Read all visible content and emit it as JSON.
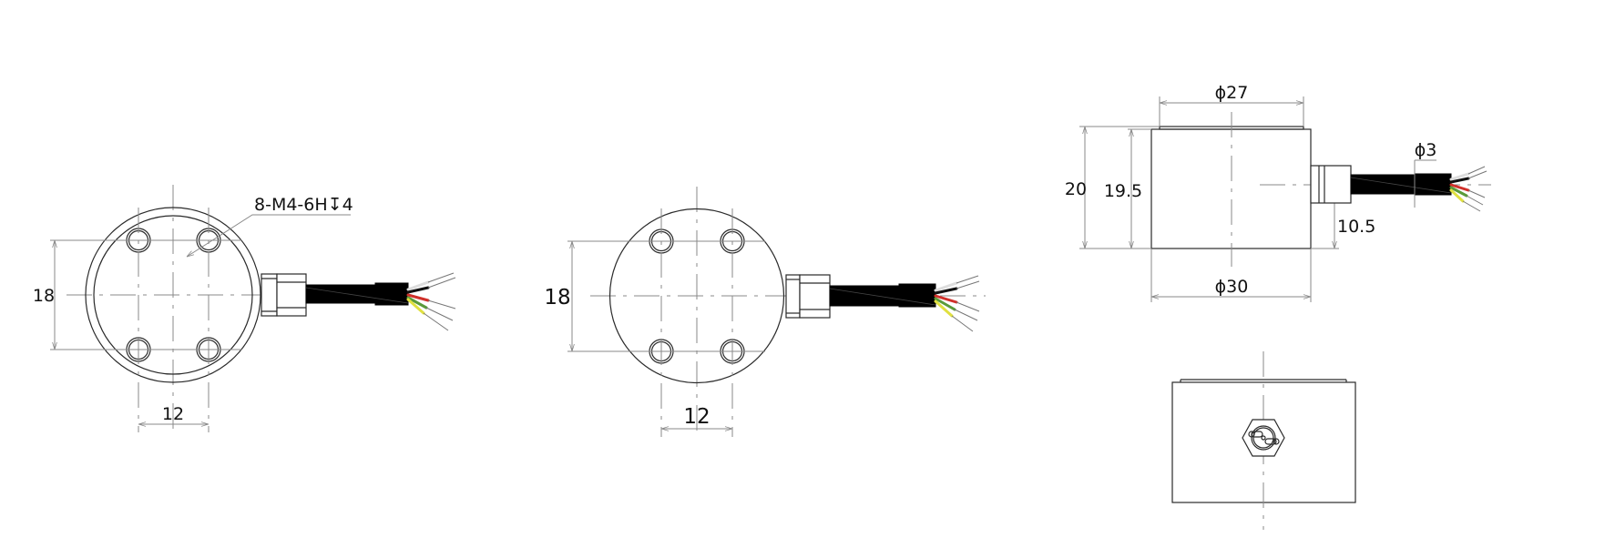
{
  "views": {
    "front_view_1": {
      "hole_callout": "8-M4-6H↧4",
      "dim_vertical": "18",
      "dim_horizontal": "12"
    },
    "front_view_2": {
      "dim_vertical": "18",
      "dim_horizontal": "12"
    },
    "side_view": {
      "dim_top_diameter": "ϕ27",
      "dim_bottom_diameter": "ϕ30",
      "dim_total_height": "20",
      "dim_body_height": "19.5",
      "dim_cable_diameter": "ϕ3",
      "dim_connector_height": "10.5"
    },
    "bottom_view": {}
  },
  "colors": {
    "line": "#2a2a2a",
    "dimension": "#8a8a8a",
    "cable": "#000000",
    "wire_red": "#d0302a",
    "wire_green": "#5a9a3a",
    "wire_yellow": "#e0e040",
    "wire_white": "#ffffff"
  }
}
